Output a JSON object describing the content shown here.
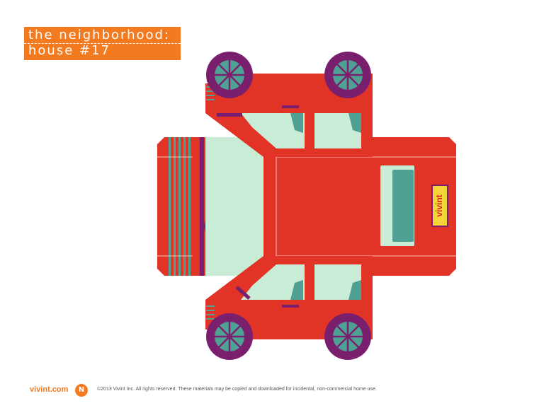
{
  "title": {
    "line1": "the neighborhood:",
    "line2": "house #17"
  },
  "sticker": {
    "text": "vivint"
  },
  "footer": {
    "brand": "vivint.com",
    "badge": "N",
    "copyright": "©2013 Vivint Inc. All rights reserved. These materials may be copied and downloaded for incidental, non-commercial home use."
  },
  "colors": {
    "body": "#e13426",
    "wheel_outer": "#7a1f6e",
    "hub": "#4fa193",
    "glass": "#c8ecd6",
    "window_dark": "#4fa193",
    "title_bg": "#f47a20"
  }
}
